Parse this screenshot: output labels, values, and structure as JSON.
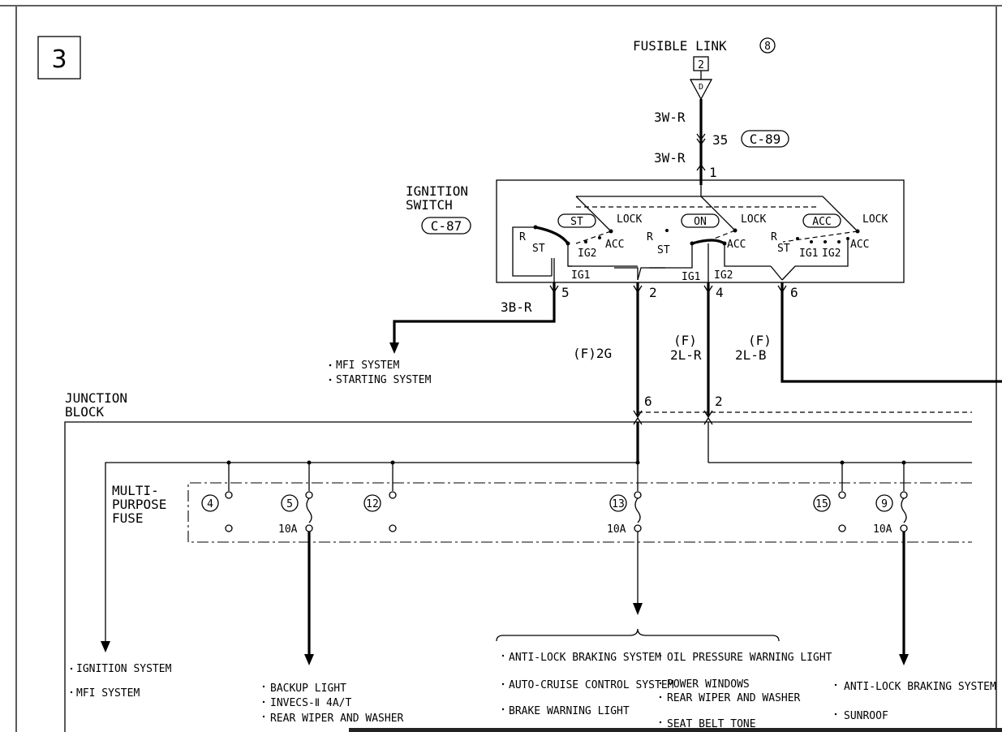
{
  "page_number": "3",
  "fusible_link": {
    "label": "FUSIBLE LINK",
    "number": "8",
    "terminal": "2",
    "connector_letter": "D"
  },
  "top_wire": {
    "color_upper": "3W-R",
    "color_lower": "3W-R",
    "pin": "35",
    "connector": "C-89",
    "switch_pin": "1"
  },
  "ignition_switch": {
    "title_line1": "IGNITION",
    "title_line2": "SWITCH",
    "connector": "C-87",
    "positions": [
      "ST",
      "ON",
      "ACC"
    ],
    "contact_labels": {
      "lock": "LOCK",
      "acc": "ACC",
      "r": "R",
      "st": "ST",
      "ig1": "IG1",
      "ig2": "IG2"
    },
    "pins": [
      "5",
      "2",
      "4",
      "6"
    ]
  },
  "outputs": {
    "pin5_wire": "3B-R",
    "pin5_targets": [
      "MFI SYSTEM",
      "STARTING SYSTEM"
    ],
    "pin2_wire": "(F)2G",
    "pin4_wire_prefix": "(F)",
    "pin4_wire": "2L-R",
    "pin6_wire_prefix": "(F)",
    "pin6_wire": "2L-B"
  },
  "junction_block": {
    "title_line1": "JUNCTION",
    "title_line2": "BLOCK",
    "pin_left": "6",
    "pin_right": "2"
  },
  "multi_purpose_fuse": {
    "title_line1": "MULTI-",
    "title_line2": "PURPOSE",
    "title_line3": "FUSE",
    "fuses": [
      {
        "number": "4",
        "rating": ""
      },
      {
        "number": "5",
        "rating": "10A"
      },
      {
        "number": "12",
        "rating": ""
      },
      {
        "number": "13",
        "rating": "10A"
      },
      {
        "number": "15",
        "rating": ""
      },
      {
        "number": "9",
        "rating": "10A"
      }
    ]
  },
  "circuits": {
    "fuse4": [
      "IGNITION SYSTEM",
      "MFI SYSTEM"
    ],
    "fuse5": [
      "BACKUP LIGHT",
      "INVECS-Ⅱ 4A/T",
      "REAR WIPER AND WASHER"
    ],
    "fuse13_left": [
      "ANTI-LOCK BRAKING SYSTEM",
      "AUTO-CRUISE CONTROL SYSTEM",
      "BRAKE WARNING LIGHT"
    ],
    "fuse13_right": [
      "OIL PRESSURE WARNING LIGHT",
      "POWER WINDOWS",
      "REAR WIPER AND WASHER",
      "SEAT BELT TONE"
    ],
    "fuse9": [
      "ANTI-LOCK BRAKING SYSTEM",
      "SUNROOF"
    ]
  },
  "colors": {
    "ink": "#000000",
    "background": "#ffffff"
  }
}
